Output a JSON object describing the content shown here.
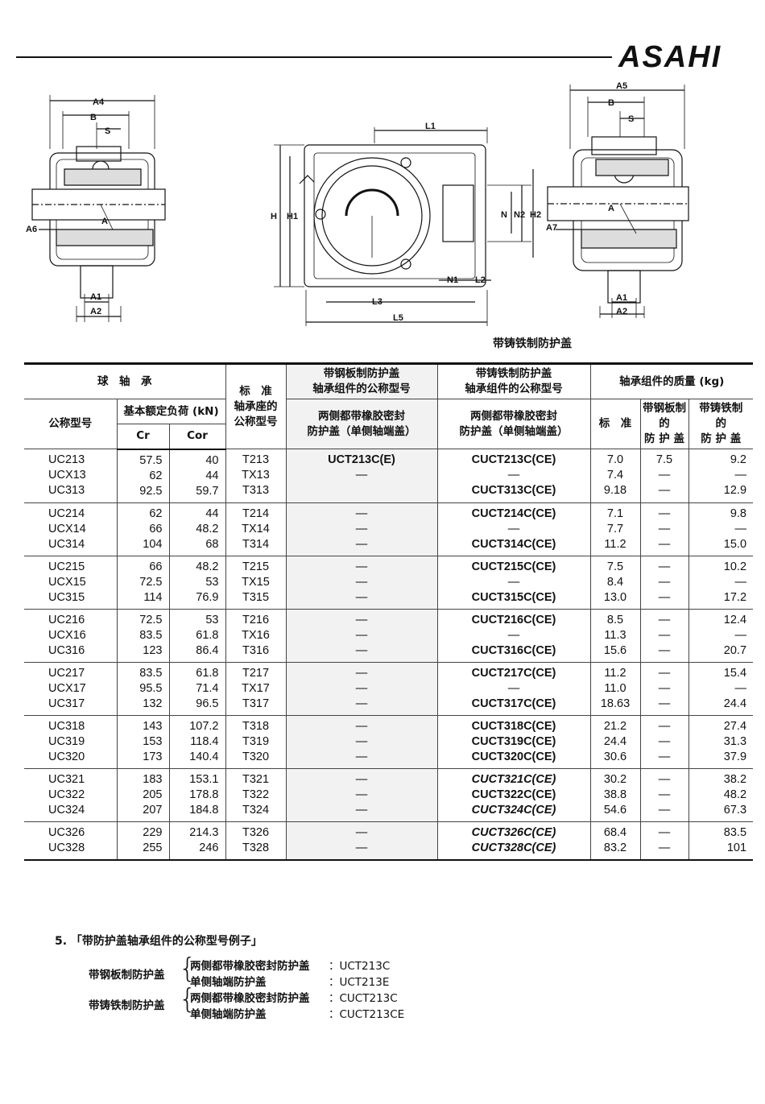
{
  "brand": "ASAHI",
  "figure": {
    "caption": "带铸铁制防护盖",
    "labels": {
      "a4": "A4",
      "b": "B",
      "s": "S",
      "a6": "A6",
      "a": "A",
      "a1": "A1",
      "a2": "A2",
      "l1": "L1",
      "h": "H",
      "h1": "H1",
      "n": "N",
      "n2": "N2",
      "h2": "H2",
      "n1": "N1",
      "l2": "L2",
      "l3": "L3",
      "l5": "L5",
      "a5": "A5",
      "b2": "B",
      "s2": "S",
      "a7": "A7",
      "a_r": "A",
      "a1_r": "A1",
      "a2_r": "A2"
    }
  },
  "table": {
    "headers": {
      "ball_bearing": "球　轴　承",
      "nominal_no": "公称型号",
      "basic_load": "基本额定负荷 (kN)",
      "cr": "Cr",
      "cor": "Cor",
      "housing_line1": "标　准",
      "housing_line2": "轴承座的",
      "housing_line3": "公称型号",
      "steel_line1": "带钢板制防护盖",
      "steel_line2": "轴承组件的公称型号",
      "steel_sub1": "两侧都带橡胶密封",
      "steel_sub2": "防护盖（单侧轴端盖）",
      "cast_line1": "带铸铁制防护盖",
      "cast_line2": "轴承组件的公称型号",
      "cast_sub1": "两侧都带橡胶密封",
      "cast_sub2": "防护盖（单侧轴端盖）",
      "mass": "轴承组件的质量 (kg)",
      "mass_std": "标　准",
      "mass_steel1": "带钢板制",
      "mass_steel2": "的",
      "mass_steel3": "防 护 盖",
      "mass_cast1": "带铸铁制",
      "mass_cast2": "的",
      "mass_cast3": "防 护 盖"
    },
    "groups": [
      {
        "bearing": [
          "UC213",
          "UCX13",
          "UC313"
        ],
        "cr": [
          "57.5",
          "62",
          "92.5"
        ],
        "cor": [
          "40",
          "44",
          "59.7"
        ],
        "housing": [
          "T213",
          "TX13",
          "T313"
        ],
        "steel": [
          "UCT213C(E)",
          "—",
          ""
        ],
        "cast": [
          "CUCT213C(CE)",
          "—",
          "CUCT313C(CE)"
        ],
        "std": [
          "7.0",
          "7.4",
          "9.18"
        ],
        "msteel": [
          "7.5",
          "—",
          "—"
        ],
        "mcast": [
          "9.2",
          "—",
          "12.9"
        ]
      },
      {
        "bearing": [
          "UC214",
          "UCX14",
          "UC314"
        ],
        "cr": [
          "62",
          "66",
          "104"
        ],
        "cor": [
          "44",
          "48.2",
          "68"
        ],
        "housing": [
          "T214",
          "TX14",
          "T314"
        ],
        "steel": [
          "—",
          "—",
          "—"
        ],
        "cast": [
          "CUCT214C(CE)",
          "—",
          "CUCT314C(CE)"
        ],
        "std": [
          "7.1",
          "7.7",
          "11.2"
        ],
        "msteel": [
          "—",
          "—",
          "—"
        ],
        "mcast": [
          "9.8",
          "—",
          "15.0"
        ]
      },
      {
        "bearing": [
          "UC215",
          "UCX15",
          "UC315"
        ],
        "cr": [
          "66",
          "72.5",
          "114"
        ],
        "cor": [
          "48.2",
          "53",
          "76.9"
        ],
        "housing": [
          "T215",
          "TX15",
          "T315"
        ],
        "steel": [
          "—",
          "—",
          "—"
        ],
        "cast": [
          "CUCT215C(CE)",
          "—",
          "CUCT315C(CE)"
        ],
        "std": [
          "7.5",
          "8.4",
          "13.0"
        ],
        "msteel": [
          "—",
          "—",
          "—"
        ],
        "mcast": [
          "10.2",
          "—",
          "17.2"
        ]
      },
      {
        "bearing": [
          "UC216",
          "UCX16",
          "UC316"
        ],
        "cr": [
          "72.5",
          "83.5",
          "123"
        ],
        "cor": [
          "53",
          "61.8",
          "86.4"
        ],
        "housing": [
          "T216",
          "TX16",
          "T316"
        ],
        "steel": [
          "—",
          "—",
          "—"
        ],
        "cast": [
          "CUCT216C(CE)",
          "—",
          "CUCT316C(CE)"
        ],
        "std": [
          "8.5",
          "11.3",
          "15.6"
        ],
        "msteel": [
          "—",
          "—",
          "—"
        ],
        "mcast": [
          "12.4",
          "—",
          "20.7"
        ]
      },
      {
        "bearing": [
          "UC217",
          "UCX17",
          "UC317"
        ],
        "cr": [
          "83.5",
          "95.5",
          "132"
        ],
        "cor": [
          "61.8",
          "71.4",
          "96.5"
        ],
        "housing": [
          "T217",
          "TX17",
          "T317"
        ],
        "steel": [
          "—",
          "—",
          "—"
        ],
        "cast": [
          "CUCT217C(CE)",
          "—",
          "CUCT317C(CE)"
        ],
        "std": [
          "11.2",
          "11.0",
          "18.63"
        ],
        "msteel": [
          "—",
          "—",
          "—"
        ],
        "mcast": [
          "15.4",
          "—",
          "24.4"
        ]
      },
      {
        "bearing": [
          "UC318",
          "UC319",
          "UC320"
        ],
        "cr": [
          "143",
          "153",
          "173"
        ],
        "cor": [
          "107.2",
          "118.4",
          "140.4"
        ],
        "housing": [
          "T318",
          "T319",
          "T320"
        ],
        "steel": [
          "—",
          "—",
          "—"
        ],
        "cast": [
          "CUCT318C(CE)",
          "CUCT319C(CE)",
          "CUCT320C(CE)"
        ],
        "std": [
          "21.2",
          "24.4",
          "30.6"
        ],
        "msteel": [
          "—",
          "—",
          "—"
        ],
        "mcast": [
          "27.4",
          "31.3",
          "37.9"
        ]
      },
      {
        "bearing": [
          "UC321",
          "UC322",
          "UC324"
        ],
        "cr": [
          "183",
          "205",
          "207"
        ],
        "cor": [
          "153.1",
          "178.8",
          "184.8"
        ],
        "housing": [
          "T321",
          "T322",
          "T324"
        ],
        "steel": [
          "—",
          "—",
          "—"
        ],
        "cast": [
          "CUCT321C(CE)",
          "CUCT322C(CE)",
          "CUCT324C(CE)"
        ],
        "cast_italic": [
          true,
          false,
          true
        ],
        "std": [
          "30.2",
          "38.8",
          "54.6"
        ],
        "msteel": [
          "—",
          "—",
          "—"
        ],
        "mcast": [
          "38.2",
          "48.2",
          "67.3"
        ]
      },
      {
        "bearing": [
          "UC326",
          "UC328"
        ],
        "cr": [
          "229",
          "255"
        ],
        "cor": [
          "214.3",
          "246"
        ],
        "housing": [
          "T326",
          "T328"
        ],
        "steel": [
          "—",
          "—"
        ],
        "cast": [
          "CUCT326C(CE)",
          "CUCT328C(CE)"
        ],
        "cast_italic": [
          true,
          true
        ],
        "std": [
          "68.4",
          "83.2"
        ],
        "msteel": [
          "—",
          "—"
        ],
        "mcast": [
          "83.5",
          "101"
        ]
      }
    ]
  },
  "example": {
    "title": "5. 「带防护盖轴承组件的公称型号例子」",
    "steel_label": "带钢板制防护盖",
    "steel_both": "两侧都带橡胶密封防护盖",
    "steel_both_code": "：UCT213C",
    "steel_single": "单侧轴端防护盖",
    "steel_single_code": "：UCT213E",
    "cast_label": "带铸铁制防护盖",
    "cast_both": "两侧都带橡胶密封防护盖",
    "cast_both_code": "：CUCT213C",
    "cast_single": "单侧轴端防护盖",
    "cast_single_code": "：CUCT213CE"
  }
}
